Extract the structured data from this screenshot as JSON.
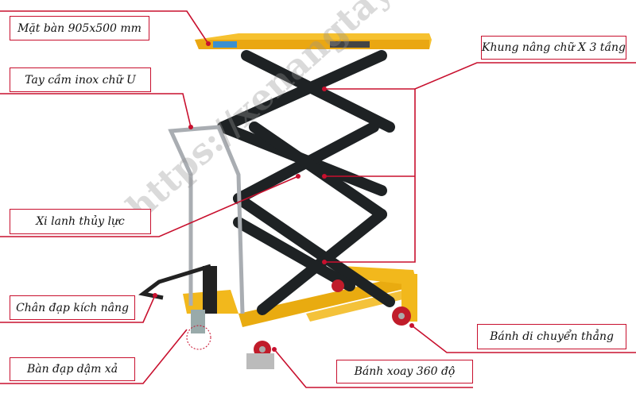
{
  "labels": {
    "table_top": "Mặt bàn 905x500 mm",
    "handle": "Tay cầm inox chữ U",
    "cylinder": "Xi lanh thủy lực",
    "foot_pedal": "Chân đạp kích nâng",
    "release_pedal": "Bàn đạp dậm xả",
    "scissor_frame": "Khung nâng chữ X 3 tầng",
    "fixed_wheel": "Bánh di chuyển thẳng",
    "swivel_wheel": "Bánh xoay 360 độ"
  },
  "watermark": "https://xenangtaygiare.com",
  "colors": {
    "leader": "#c8102e",
    "frame": "#f2b81c",
    "scissor": "#1e2224"
  }
}
